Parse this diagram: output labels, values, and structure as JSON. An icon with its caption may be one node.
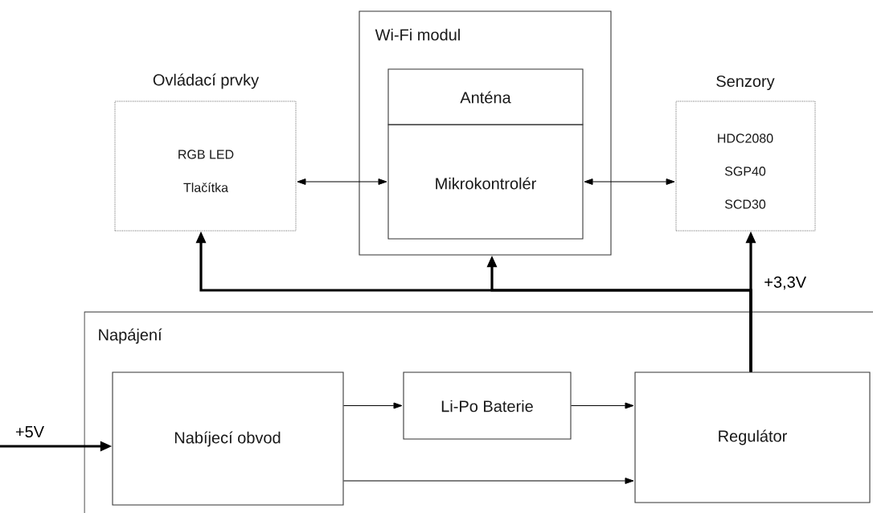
{
  "diagram": {
    "nodes": [
      {
        "text": [
          "Wi-Fi modul"
        ]
      },
      {
        "text": [
          "Anténa"
        ],
        "in": 0
      },
      {
        "text": [
          "Mikrokontrolér"
        ],
        "in": 0
      },
      {
        "text": [
          "Ovládací prvky",
          "RGB LED",
          "Tlačítka"
        ]
      },
      {
        "text": [
          "Senzory",
          "HDC2080",
          "SGP40",
          "SCD30"
        ]
      },
      {
        "text": [
          "Napájení"
        ]
      },
      {
        "text": [
          "Nabíjecí obvod"
        ],
        "in": 5
      },
      {
        "text": [
          "Li-Po Baterie"
        ],
        "in": 5
      },
      {
        "text": [
          "Regulátor"
        ],
        "in": 5
      }
    ],
    "edges": [
      {
        "from": 3,
        "to": 2,
        "arrow": "both"
      },
      {
        "from": 2,
        "to": 4,
        "arrow": "both"
      },
      {
        "from": null,
        "to": 6,
        "arrow": "to",
        "label": "+5V",
        "style": "thick"
      },
      {
        "from": 6,
        "to": 7,
        "arrow": "to"
      },
      {
        "from": 7,
        "to": 8,
        "arrow": "to"
      },
      {
        "from": 6,
        "to": 8,
        "arrow": "to"
      },
      {
        "from": 8,
        "to": 4,
        "arrow": "to",
        "label": "+3,3V",
        "style": "thick"
      },
      {
        "from": 8,
        "to": 0,
        "arrow": "to",
        "style": "thick"
      },
      {
        "from": 8,
        "to": 3,
        "arrow": "to",
        "style": "thick"
      }
    ]
  }
}
